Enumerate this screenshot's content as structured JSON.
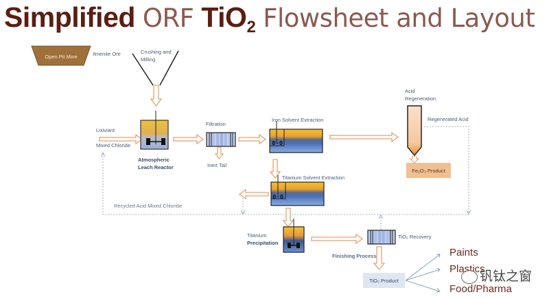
{
  "title": {
    "part1": "Simplified",
    "part2": "ORF",
    "part3": "TiO",
    "part3_sub": "2",
    "part4": "Flowsheet and Layout"
  },
  "colors": {
    "title_dark": "#5a1e12",
    "title_light": "#8a5a50",
    "arrow_orange": "#e8a070",
    "mine_brown": "#a0703a",
    "fe_product": "#f0c090",
    "tio2_product": "#dde6f2",
    "label_blue": "#4a5a78"
  },
  "nodes": {
    "open_pit_mine": "Open Pit Mine",
    "ilmenite_ore": "Ilmenite Ore",
    "crushing": "Crushing and",
    "milling": "Milling",
    "lixiviant": "Lixiviant",
    "mixed_chloride": "Mixed Chloride",
    "reactor_line1": "Atmospheric",
    "reactor_line2": "Leach Reactor",
    "filtration": "Filtration",
    "inert_tail": "Inert Tail",
    "iron_sx": "Iron Solvent Extraction",
    "acid_regen_line1": "Acid",
    "acid_regen_line2": "Regeneration",
    "regenerated_acid": "Regenerated Acid",
    "fe2o3_product": "Fe₂O₃ Product",
    "titanium_sx": "Titanium Solvent Extraction",
    "recycled_acid": "Recycled Acid Mixed Chloride",
    "ti_precip_line1": "Titanium",
    "ti_precip_line2": "Precipitation",
    "tio2_recovery": "TiO₂ Recovery",
    "finishing_process": "Finishing Process",
    "tio2_product": "TiO₂ Product"
  },
  "uses": [
    "Paints",
    "Plastics",
    "Food/Pharma"
  ],
  "watermark": "钒钛之窗"
}
